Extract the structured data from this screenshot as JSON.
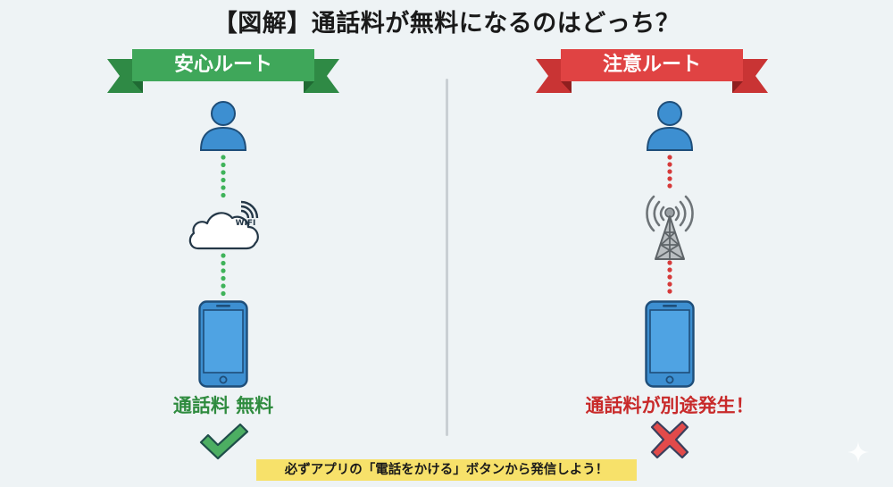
{
  "title": "【図解】通話料が無料になるのはどっち？",
  "colors": {
    "background": "#eef3f5",
    "safe_green": "#3fa75a",
    "safe_text": "#2e8b3e",
    "warning_red": "#e04343",
    "warning_text": "#c82a2a",
    "icon_blue": "#3d8fd1",
    "note_yellow": "#f7e16a"
  },
  "left_route": {
    "banner_label": "安心ルート",
    "flow": [
      "person-icon",
      "wifi-cloud-icon",
      "smartphone-icon"
    ],
    "wifi_label": "WIFI",
    "connector_color": "#3fb35a",
    "result_text": "通話料 無料",
    "result_icon": "checkmark-icon"
  },
  "right_route": {
    "banner_label": "注意ルート",
    "flow": [
      "person-icon",
      "cell-tower-icon",
      "smartphone-icon"
    ],
    "connector_color": "#d63a3a",
    "result_text": "通話料が別途発生！",
    "result_icon": "cross-icon"
  },
  "footer_note": "必ずアプリの「電話をかける」ボタンから発信しよう！"
}
